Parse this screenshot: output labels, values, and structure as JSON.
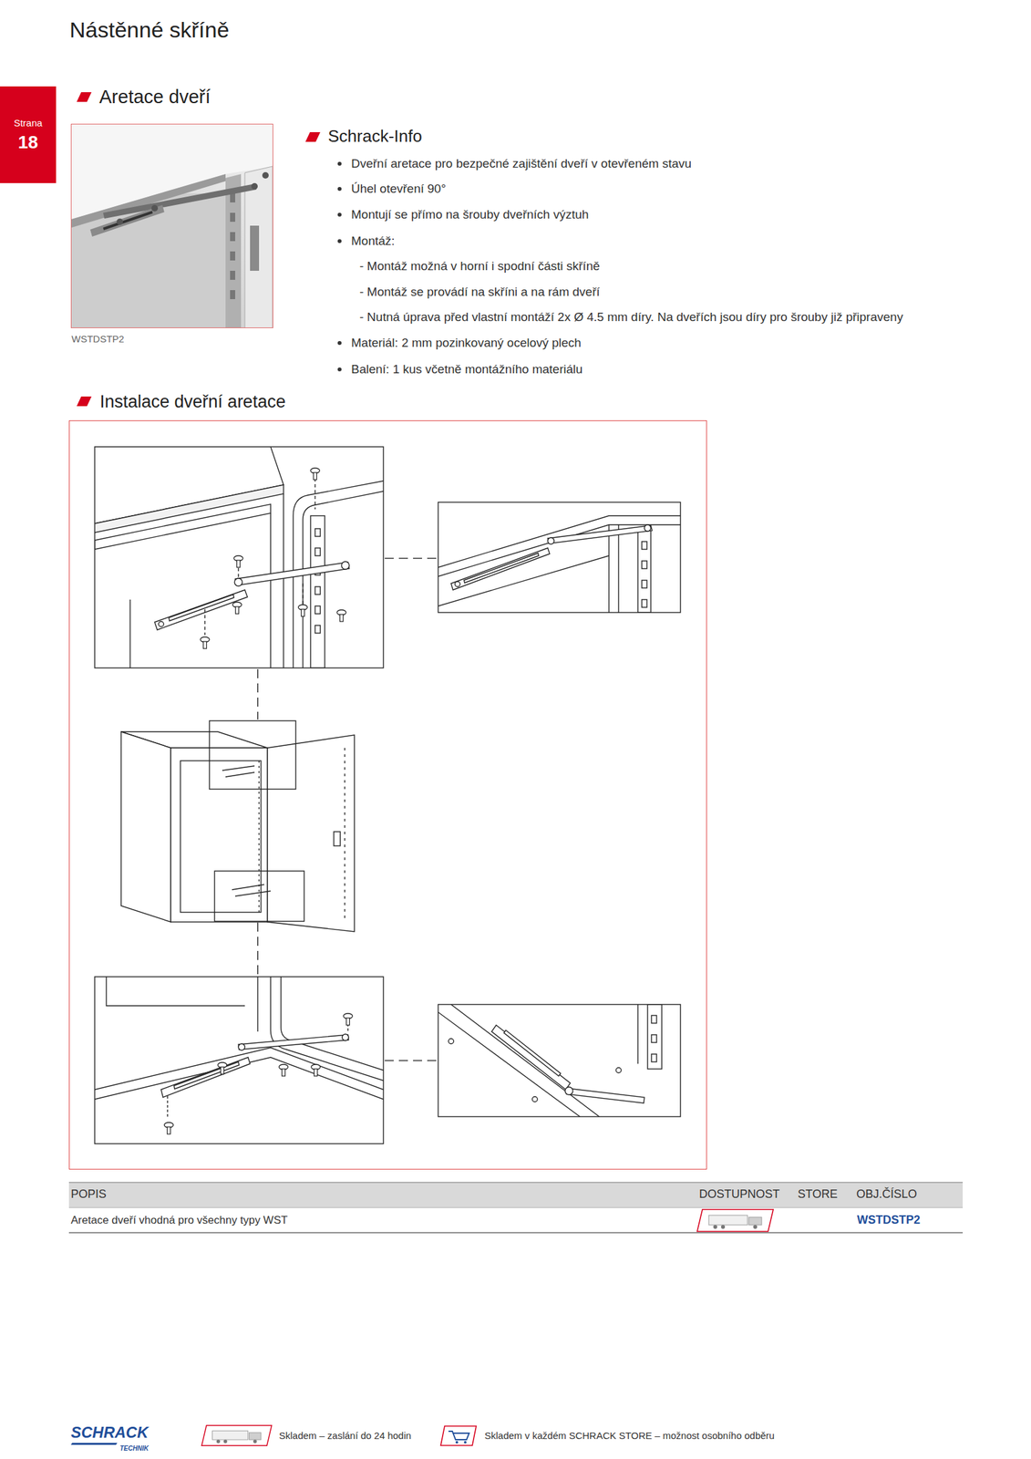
{
  "diagram": {
    "title": "Nástěnné skříně",
    "nodes": [
      {
        "text": [
          "Strana",
          "18"
        ]
      },
      {
        "text": [
          "WSTDSTP2"
        ]
      },
      {
        "text": [
          "Instalace dveřní aretace"
        ]
      }
    ],
    "labels": [
      "Aretace dveří",
      "Schrack-Info",
      "Dveřní aretace pro bezpečné zajištění dveří v otevřeném stavu",
      "Úhel otevření 90°",
      "Montují se přímo na šrouby dveřních výztuh",
      "Montáž:",
      "- Montáž možná v horní i spodní části skříně",
      "- Montáž se provádí na skříni a na rám dveří",
      "- Nutná úprava před vlastní montáží 2x Ø 4.5 mm díry. Na dveřích jsou díry pro šrouby již připraveny",
      "Materiál: 2 mm pozinkovaný ocelový plech",
      "Balení: 1 kus včetně montážního materiálu",
      "POPIS",
      "DOSTUPNOST",
      "STORE",
      "OBJ.ČÍSLO",
      "Aretace dveří vhodná pro všechny typy WST",
      "WSTDSTP2",
      "SCHRACK",
      "TECHNIK"
    ],
    "legend": [
      {
        "text": "Skladem – zaslání do 24 hodin"
      },
      {
        "text": "Skladem v každém SCHRACK STORE – možnost osobního odběru"
      }
    ]
  }
}
